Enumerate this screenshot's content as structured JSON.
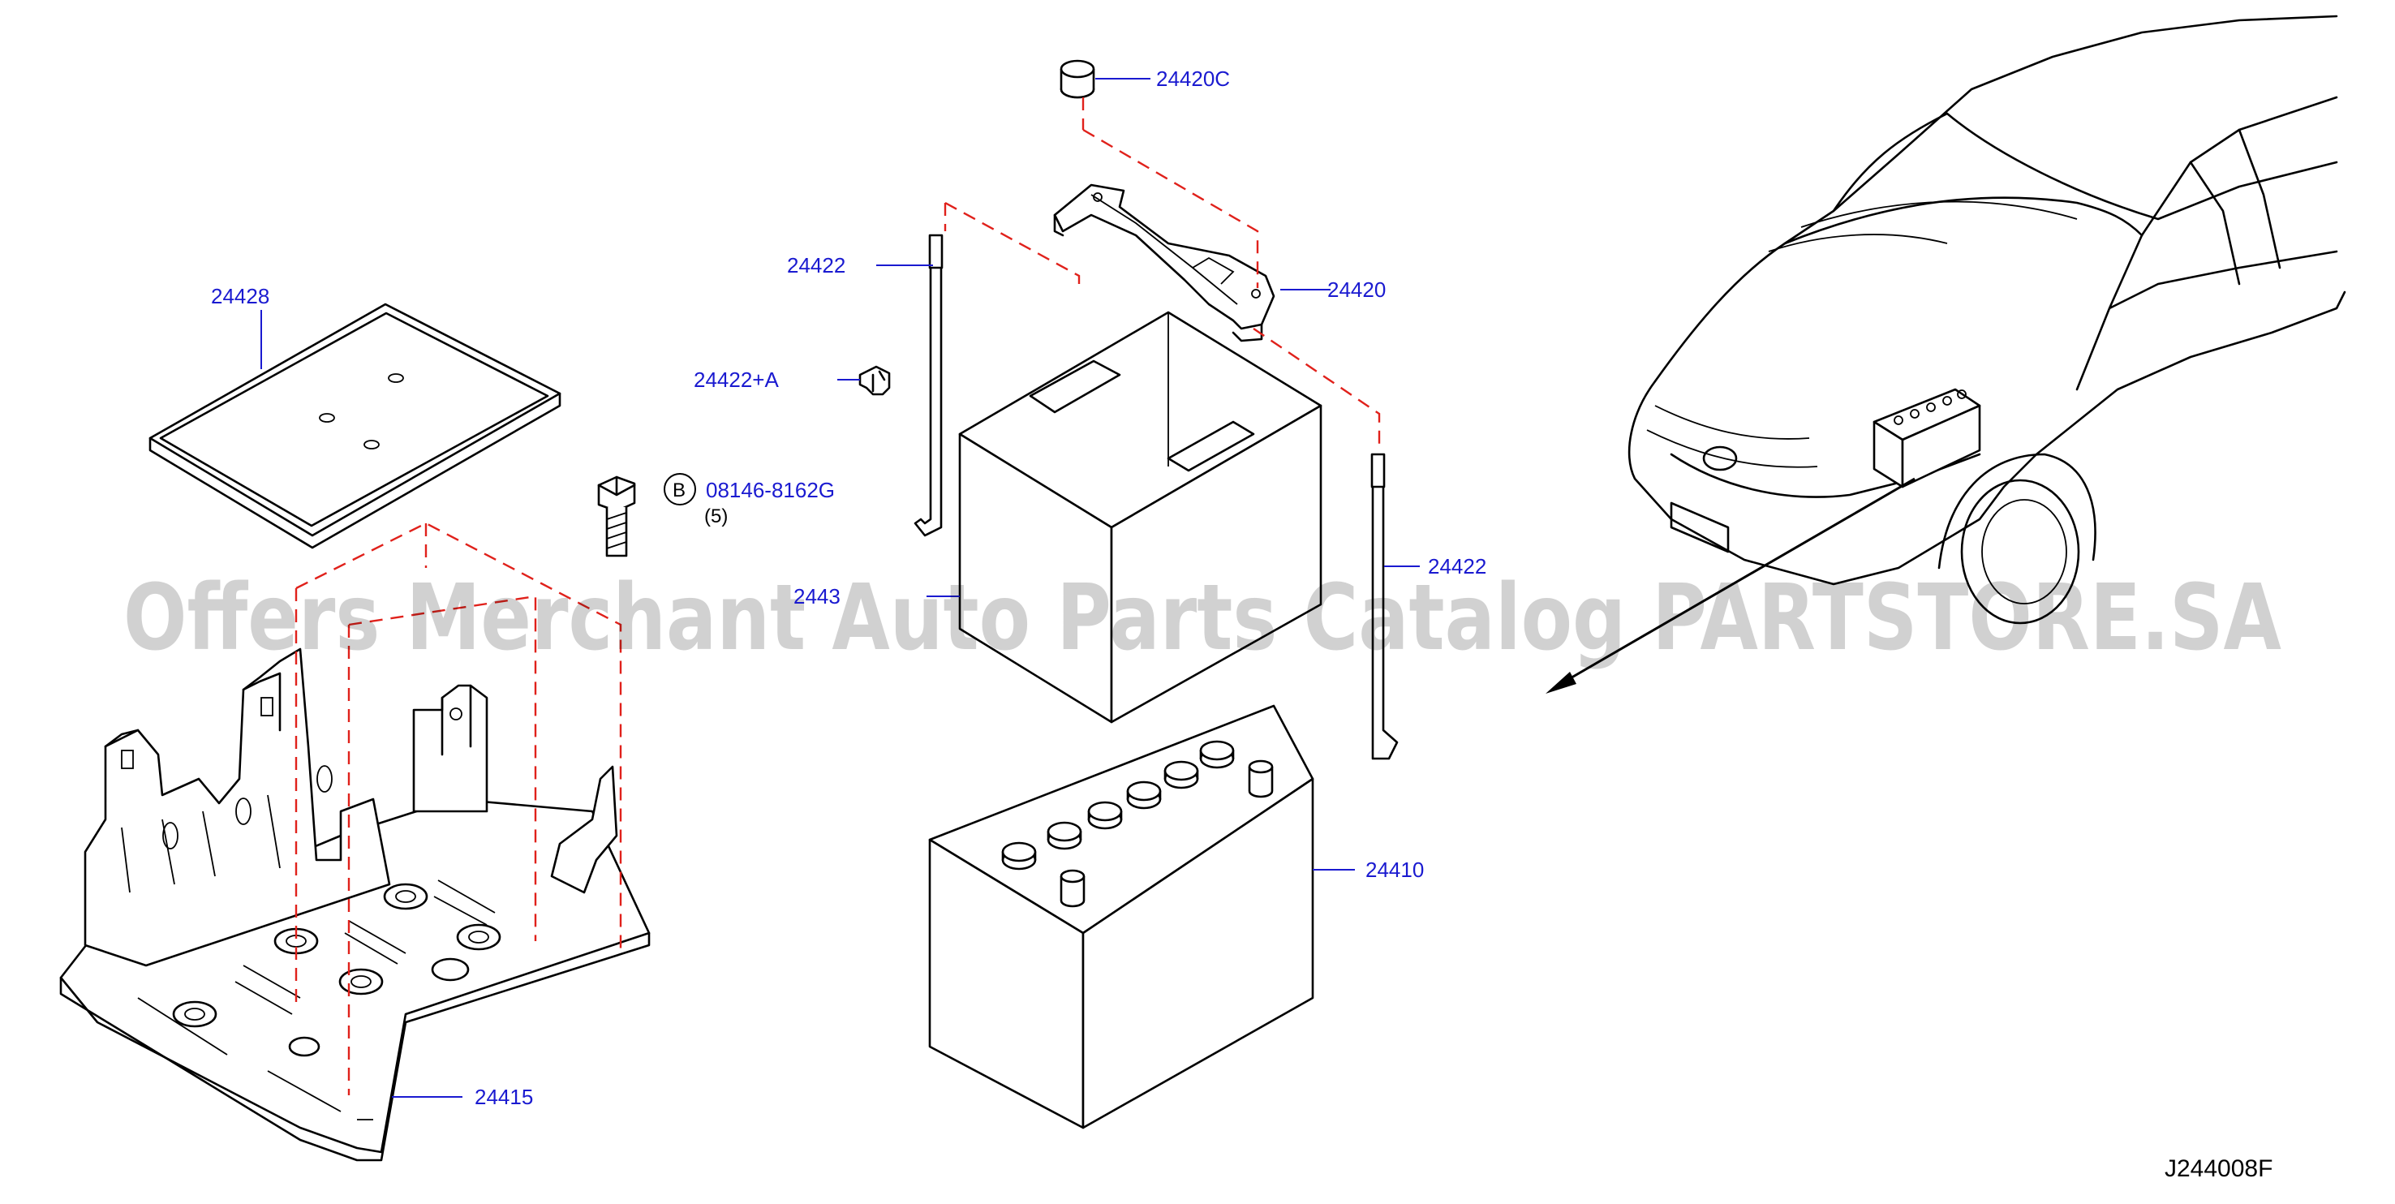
{
  "callouts": {
    "p24428": "24428",
    "p24420c": "24420C",
    "p24422_top": "24422",
    "p24420": "24420",
    "p24422a": "24422+A",
    "bolt_code": "08146-8162G",
    "bolt_circle": "B",
    "bolt_qty": "(5)",
    "p2443_partial": "2443",
    "p24422_right": "24422",
    "p24410": "24410",
    "p24415": "24415"
  },
  "diagram_ref": "J244008F",
  "watermark": "Offers Merchant Auto Parts Catalog PARTSTORE.SA",
  "colors": {
    "callout_text": "#1a1ad0",
    "leader_line": "#1a1ad0",
    "guide_dash": "#e0211b",
    "drawing": "#000000"
  }
}
